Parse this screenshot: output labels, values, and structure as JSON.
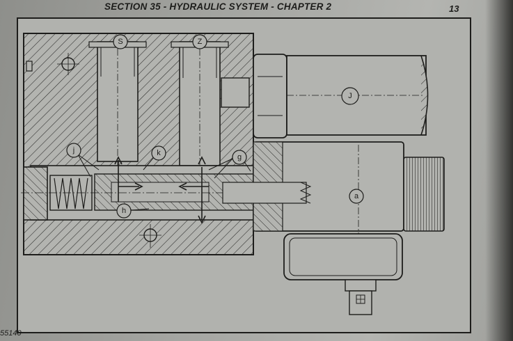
{
  "header": {
    "title": "SECTION 35 - HYDRAULIC SYSTEM - CHAPTER 2",
    "page_number": "13"
  },
  "figure": {
    "id": "55140",
    "callouts": {
      "S": "S",
      "Z": "Z",
      "J": "J",
      "j": "j",
      "k": "k",
      "g": "g",
      "h": "h",
      "a": "a"
    }
  }
}
